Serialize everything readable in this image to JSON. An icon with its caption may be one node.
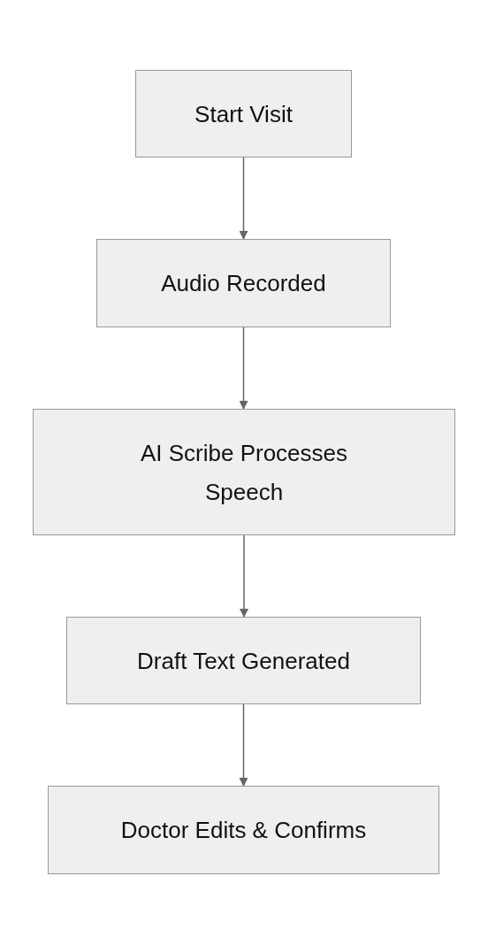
{
  "diagram": {
    "nodes": [
      {
        "text": [
          "Start Visit"
        ]
      },
      {
        "text": [
          "Audio Recorded"
        ]
      },
      {
        "text": [
          "AI Scribe Processes Speech"
        ]
      },
      {
        "text": [
          "Draft Text Generated"
        ]
      },
      {
        "text": [
          "Doctor Edits & Confirms"
        ]
      }
    ],
    "edges": [
      {
        "from": 0,
        "to": 1,
        "arrow": "to"
      },
      {
        "from": 1,
        "to": 2,
        "arrow": "to"
      },
      {
        "from": 2,
        "to": 3,
        "arrow": "to"
      },
      {
        "from": 3,
        "to": 4,
        "arrow": "to"
      }
    ]
  }
}
